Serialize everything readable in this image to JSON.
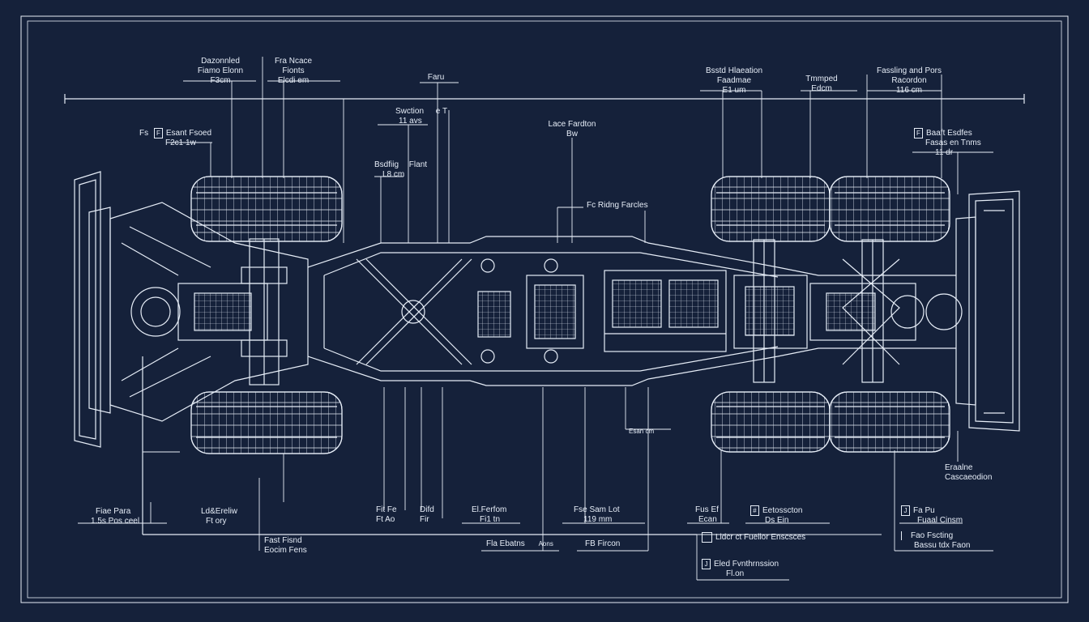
{
  "diagram": {
    "colors": {
      "background": "#15213a",
      "line": "#e6edf7"
    },
    "labels": {
      "l1": "Dazonnled",
      "l1b": "Fiamo Elonn",
      "l1c": "F3cm",
      "l2": "Fra Ncace",
      "l2b": "Fionts",
      "l2c": "Elcdi em",
      "l3": "Faru",
      "l4": "Swction",
      "l4s": "e T",
      "l4b": "11 avs",
      "l5": "Lace Fardton",
      "l5b": "Bw",
      "l6": "Bsstd Hlaeation",
      "l6b": "Faadmae",
      "l6c": "E1 um",
      "l7": "Tmmped",
      "l7b": "Edcm",
      "l8": "Fassling and Pors",
      "l8b": "Racordon",
      "l8c": "116 cm",
      "l9": "Fs",
      "l9s": "Esant Fsoed",
      "l9b": "F2c1 1w",
      "l10": "Bsdfiig",
      "l10s": "Flant",
      "l10b": "L8 cm",
      "l11": "Fc Ridng Farcles",
      "l12": "Baaft Esdfes",
      "l12b": "Fasas en Tnms",
      "l12c": "11 dr",
      "l13": "Esan cm",
      "l14": "Eraalne",
      "l14b": "Cascaeodion",
      "l15": "Fiae Para",
      "l15b": "1.5s Pos ceel",
      "l16": "Ld&Ereliw",
      "l16b": "Ft ory",
      "l17": "Fast Fisnd",
      "l17b": "Eocim Fens",
      "l18": "Fit Fe",
      "l18b": "Ft Ao",
      "l19": "Difd",
      "l19b": "Fir",
      "l20": "El.Ferfom",
      "l20b": "Fi1 tn",
      "l21": "Fse Sam Lot",
      "l21b": "119 mm",
      "l22": "Fla Ebatns",
      "l22b": "Aons",
      "l23": "FB Fircon",
      "l24": "Fus Ef",
      "l24b": "Ecan",
      "l25": "Eetosscton",
      "l25b": "Ds Ein",
      "l26": "Lidcr ct Fuellor Enscsces",
      "l27": "Eled Fvnthrnssion",
      "l27b": "Fl.on",
      "l28": "Fa Pu",
      "l28b": "Fuaal Cinsm",
      "l29": "Fao Fscting",
      "l29b": "Bassu tdx Faon",
      "box1": "F",
      "box2": "#",
      "box3": "J",
      "box4": "F",
      "box5": "J"
    }
  }
}
